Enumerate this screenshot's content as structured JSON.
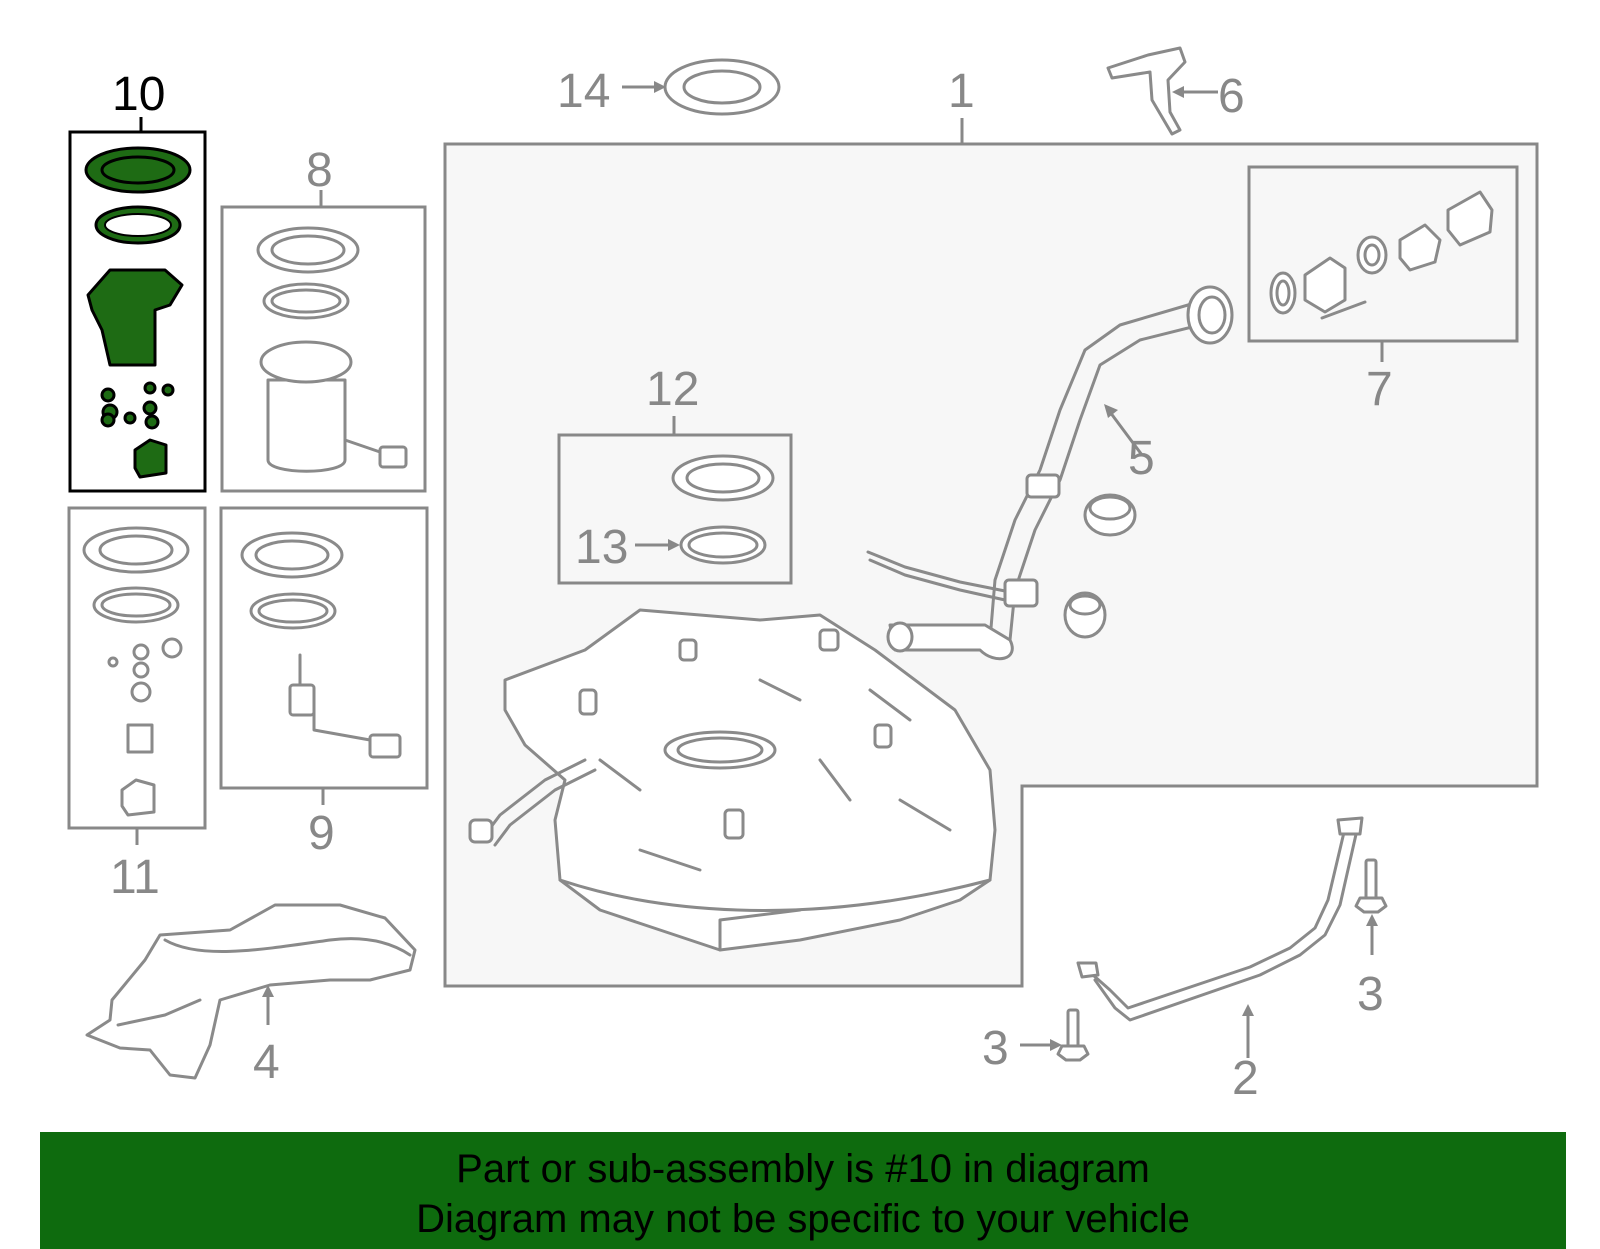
{
  "callouts": {
    "c1": "1",
    "c2": "2",
    "c3a": "3",
    "c3b": "3",
    "c4": "4",
    "c5": "5",
    "c6": "6",
    "c7": "7",
    "c8": "8",
    "c9": "9",
    "c10": "10",
    "c11": "11",
    "c12": "12",
    "c13": "13",
    "c14": "14"
  },
  "highlighted_part": "10",
  "banner": {
    "line1": "Part or sub-assembly is #10 in diagram",
    "line2": "Diagram may not be specific to your vehicle"
  },
  "colors": {
    "highlight": "#1e6b14",
    "banner_background": "#0e6b0e",
    "line_art": "#8a8a8a"
  }
}
